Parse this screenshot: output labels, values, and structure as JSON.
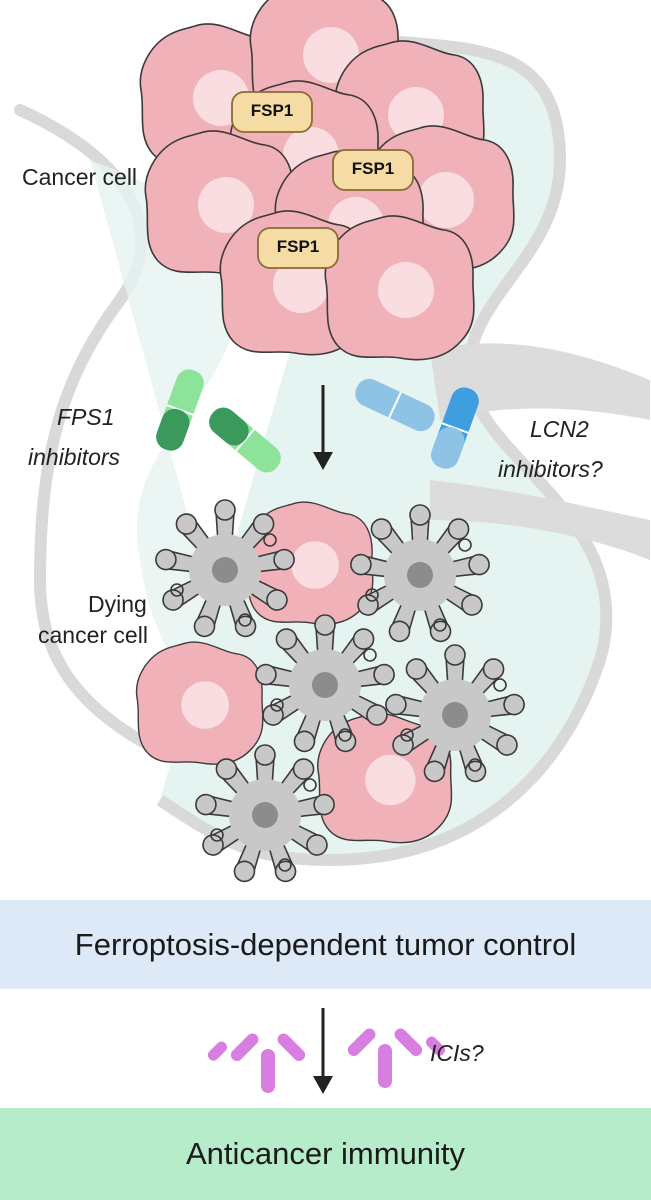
{
  "labels": {
    "cancer_cell": "Cancer cell",
    "fsp1": "FSP1",
    "fps1_inhibitors_line1": "FPS1",
    "fps1_inhibitors_line2": "inhibitors",
    "lcn2_inhibitors_line1": "LCN2",
    "lcn2_inhibitors_line2": "inhibitors?",
    "dying_cancer_cell_line1": "Dying",
    "dying_cancer_cell_line2": "cancer cell",
    "icis": "ICIs?"
  },
  "banners": {
    "ferroptosis": "Ferroptosis-dependent tumor control",
    "immunity": "Anticancer immunity"
  },
  "colors": {
    "cancer_cell_fill": "#f0b2b8",
    "cancer_cell_nucleus": "#f9dde0",
    "fsp1_badge": "#f5dca4",
    "immune_cell_fill": "#c8c8c8",
    "immune_cell_nucleus": "#8c8c8c",
    "fps1_inhibitor_light": "#8ee39a",
    "fps1_inhibitor_dark": "#3a9a5c",
    "lcn2_inhibitor_light": "#8fc3e6",
    "lcn2_inhibitor_dark": "#3f9ee0",
    "antibody": "#d77ee0",
    "banner_ferroptosis": "#dde9f6",
    "banner_immunity": "#b7eccb",
    "tissue_bg": "#e6f4f1"
  }
}
